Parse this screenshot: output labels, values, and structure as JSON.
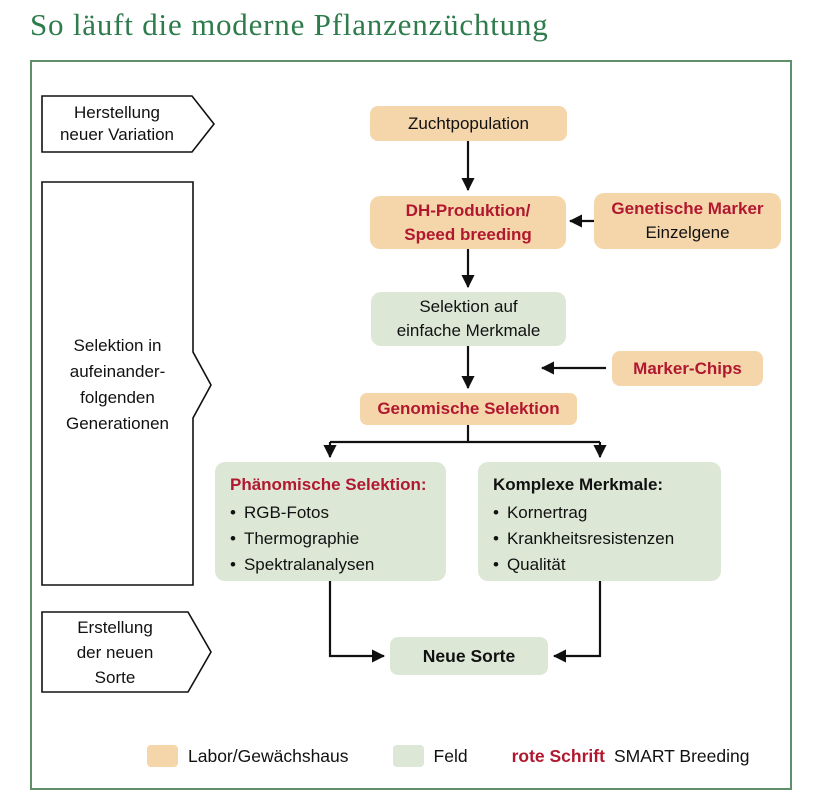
{
  "title": "So läuft die moderne Pflanzenzüchtung",
  "colors": {
    "title_green": "#2e7b4c",
    "frame_border": "#5f9069",
    "labor_orange": "#f5d6ab",
    "feld_green": "#dde7d6",
    "smart_red": "#b1182f",
    "text_black": "#111111"
  },
  "phases": {
    "variation": {
      "lines": [
        "Herstellung",
        "neuer Variation"
      ]
    },
    "selektion": {
      "lines": [
        "Selektion in",
        "aufeinander-",
        "folgenden",
        "Generationen"
      ]
    },
    "erstellung": {
      "lines": [
        "Erstellung",
        "der neuen",
        "Sorte"
      ]
    }
  },
  "nodes": {
    "zuchtpopulation": {
      "label": "Zuchtpopulation"
    },
    "dh_produktion": {
      "lines": [
        "DH-Produktion/",
        "Speed breeding"
      ]
    },
    "genetische_marker": {
      "title": "Genetische Marker",
      "subtitle": "Einzelgene"
    },
    "selektion_einfache": {
      "lines": [
        "Selektion auf",
        "einfache Merkmale"
      ]
    },
    "marker_chips": {
      "label": "Marker-Chips"
    },
    "genomische_selektion": {
      "label": "Genomische Selektion"
    },
    "phaenomische_selektion": {
      "title": "Phänomische Selektion:",
      "items": [
        "RGB-Fotos",
        "Thermographie",
        "Spektralanalysen"
      ]
    },
    "komplexe_merkmale": {
      "title": "Komplexe Merkmale:",
      "items": [
        "Kornertrag",
        "Krankheitsresistenzen",
        "Qualität"
      ]
    },
    "neue_sorte": {
      "label": "Neue Sorte"
    }
  },
  "legend": {
    "labor": "Labor/Gewächshaus",
    "feld": "Feld",
    "rote_schrift": "rote Schrift",
    "smart_breeding": "SMART Breeding"
  }
}
